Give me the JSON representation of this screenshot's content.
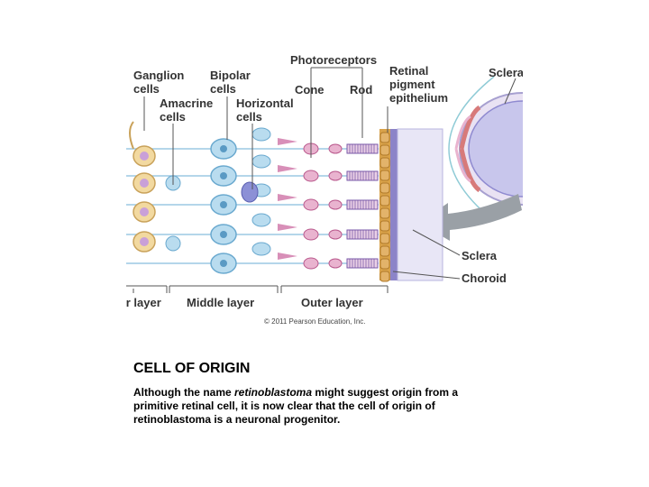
{
  "figure": {
    "labels": {
      "ganglion_line1": "Ganglion",
      "ganglion_line2": "cells",
      "bipolar_line1": "Bipolar",
      "bipolar_line2": "cells",
      "amacrine_line1": "Amacrine",
      "amacrine_line2": "cells",
      "horizontal_line1": "Horizontal",
      "horizontal_line2": "cells",
      "photoreceptors": "Photoreceptors",
      "cone": "Cone",
      "rod": "Rod",
      "rpe_line1": "Retinal",
      "rpe_line2": "pigment",
      "rpe_line3": "epithelium",
      "sclera_top": "Sclera",
      "sclera": "Sclera",
      "choroid": "Choroid",
      "inner_layer": "Inner layer",
      "middle_layer": "Middle layer",
      "outer_layer": "Outer layer"
    },
    "copyright": "© 2011 Pearson Education, Inc.",
    "colors": {
      "ganglion": "#f2d9a0",
      "ganglion_nucleus": "#c9a0d8",
      "bipolar": "#b9dcef",
      "horizontal": "#8c90d6",
      "photoreceptor": "#e9b3cf",
      "rpe": "#d9a24a",
      "choroid": "#8c84c8",
      "arrow": "#9aa0a6"
    }
  },
  "caption": {
    "title": "CELL OF ORIGIN",
    "text_before": "Although the name ",
    "text_italic": "retinoblastoma",
    "text_after": " might suggest origin from a primitive retinal cell, it is now clear that the cell of origin of retinoblastoma is a neuronal progenitor."
  }
}
